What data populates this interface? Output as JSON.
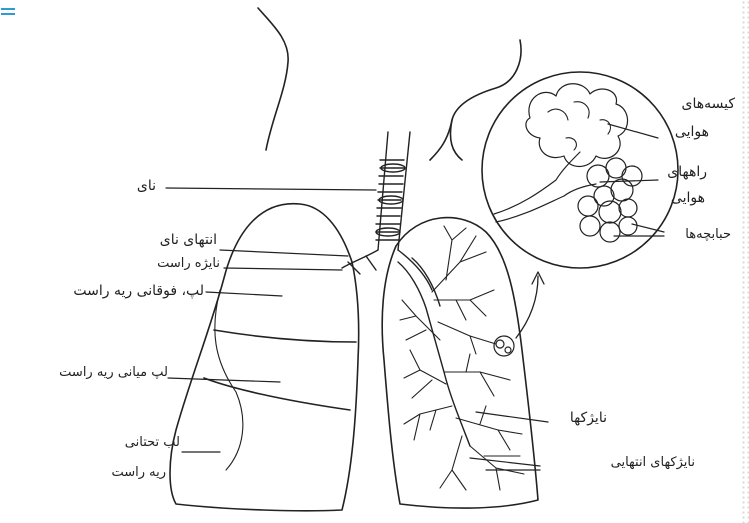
{
  "diagram": {
    "labels": {
      "trachea": "نای",
      "trachea_end": "انتهای نای",
      "right_bronchus": "نایژه راست",
      "right_upper_lobe": "لپ، فوقانی ریه راست",
      "right_middle_lobe": "لپ میانی ریه راست",
      "right_lower_lobe_1": "لب تحتانی",
      "right_lower_lobe_2": "ریه راست",
      "air_sacs_1": "کیسه‌های",
      "air_sacs_2": "هوایی",
      "airways_1": "راههای",
      "airways_2": "هوایی",
      "alveoli": "حبابچه‌ها",
      "bronchioles": "نایژکها",
      "terminal_bronchioles": "نایژکهای انتهایی"
    },
    "colors": {
      "ink": "#222222",
      "accent": "#2e9bd6"
    }
  }
}
